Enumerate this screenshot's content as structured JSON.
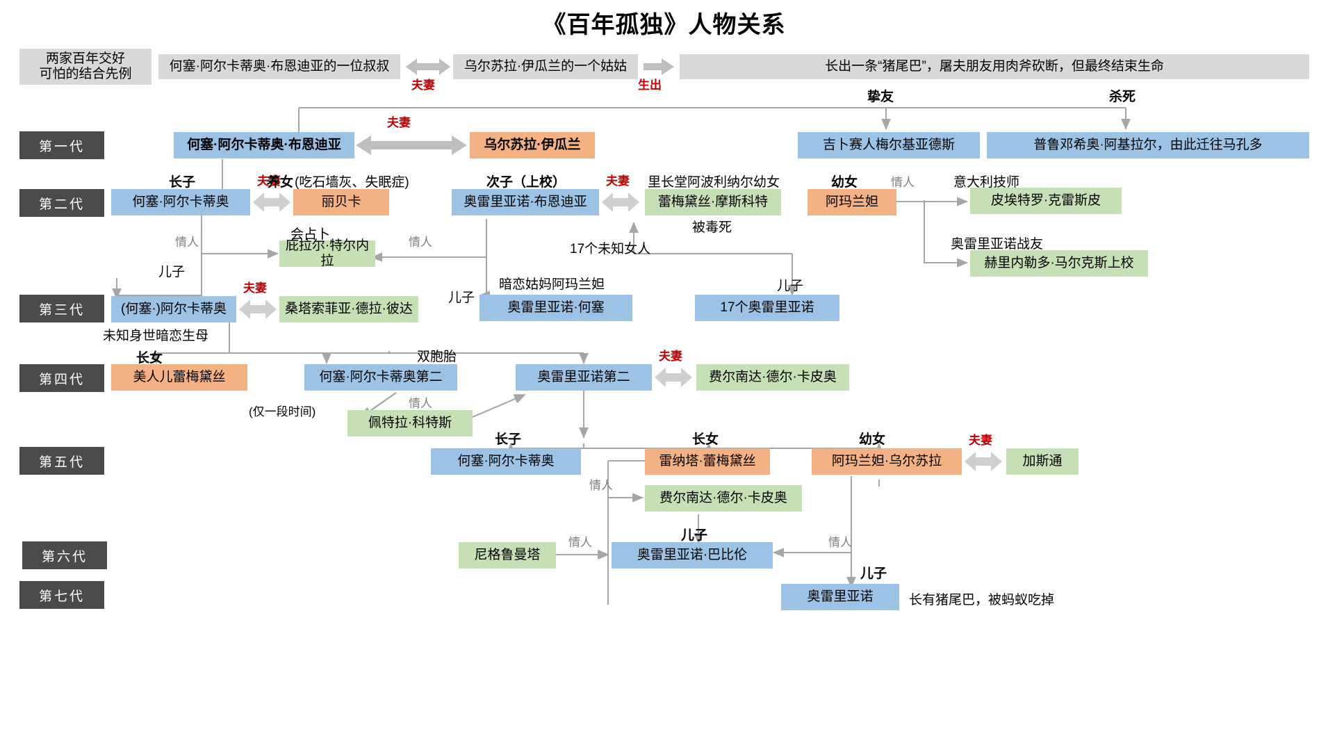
{
  "title": "《百年孤独》人物关系",
  "generations": [
    {
      "id": "gen1",
      "label": "第一代"
    },
    {
      "id": "gen2",
      "label": "第二代"
    },
    {
      "id": "gen3",
      "label": "第三代"
    },
    {
      "id": "gen4",
      "label": "第四代"
    },
    {
      "id": "gen5",
      "label": "第五代"
    },
    {
      "id": "gen6",
      "label": "第六代"
    },
    {
      "id": "gen7",
      "label": "第七代"
    }
  ],
  "prologue": {
    "note_box": "两家百年交好\n可怕的结合先例",
    "note_line1": "两家百年交好",
    "note_line2": "可怕的结合先例",
    "uncle": "何塞·阿尔卡蒂奥·布恩迪亚的一位叔叔",
    "aunt": "乌尔苏拉·伊瓜兰的一个姑姑",
    "outcome": "长出一条“猪尾巴”，屠夫朋友用肉斧砍断，但最终结束生命",
    "rel_spouse": "夫妻",
    "rel_birth": "生出"
  },
  "nodes": {
    "jose_arcadio_buendia": "何塞·阿尔卡蒂奥·布恩迪亚",
    "ursula_iguaran": "乌尔苏拉·伊瓜兰",
    "melquiades": "吉卜赛人梅尔基亚德斯",
    "prudencio_aguilar": "普鲁邓希奥·阿基拉尔，由此迁往马孔多",
    "jose_arcadio": "何塞·阿尔卡蒂奥",
    "rebeca": "丽贝卡",
    "aureliano_buendia": "奥雷里亚诺·布恩迪亚",
    "remedios_moscote": "蕾梅黛丝·摩斯科特",
    "amaranta": "阿玛兰妲",
    "pietro_crespi": "皮埃特罗·克雷斯皮",
    "gerineldo_marquez": "赫里内勒多·马尔克斯上校",
    "pilar_ternera": "庇拉尔·特尔内拉",
    "arcadio": "(何塞·)阿尔卡蒂奥",
    "santa_sofia": "桑塔索菲亚·德拉·彼达",
    "aureliano_jose": "奥雷里亚诺·何塞",
    "seventeen_aurelianos": "17个奥雷里亚诺",
    "remedios_the_beauty": "美人儿蕾梅黛丝",
    "jose_arcadio_segundo": "何塞·阿尔卡蒂奥第二",
    "aureliano_segundo": "奥雷里亚诺第二",
    "fernanda_del_carpio": "费尔南达·德尔·卡皮奥",
    "petra_cotes": "佩特拉·科特斯",
    "jose_arcadio_5": "何塞·阿尔卡蒂奥",
    "renata_remedios": "雷纳塔·蕾梅黛丝",
    "fernanda_del_carpio_2": "费尔南达·德尔·卡皮奥",
    "amaranta_ursula": "阿玛兰妲·乌尔苏拉",
    "gaston": "加斯通",
    "nigromanta": "尼格鲁曼塔",
    "aureliano_babilonia": "奥雷里亚诺·巴比伦",
    "aureliano_last": "奥雷里亚诺"
  },
  "labels": {
    "spouse": "夫妻",
    "lover": "情人",
    "son": "儿子",
    "eldest_son": "长子",
    "second_son": "次子（上校）",
    "adopted_daughter": "养女",
    "adopted_daughter_note": "(吃石墙灰、失眠症)",
    "youngest_daughter": "幼女",
    "eldest_daughter": "长女",
    "best_friend": "挚友",
    "killed": "杀死",
    "born": "生出",
    "mayor_daughter": "里长堂阿波利纳尔幼女",
    "poisoned": "被毒死",
    "italian_technician": "意大利技师",
    "aureliano_comrade": "奥雷里亚诺战友",
    "fortune_teller": "会占卜",
    "seventeen_women": "17个未知女人",
    "secret_love_aunt": "暗恋姑妈阿玛兰妲",
    "unknown_origin": "未知身世暗恋生母",
    "twins": "双胞胎",
    "only_a_while": "(仅一段时间)",
    "pigtail_note": "长有猪尾巴，被蚂蚁吃掉"
  },
  "colors": {
    "blue": "#9cc2e5",
    "orange": "#f4b183",
    "green": "#c5e0b4",
    "gray": "#d9d9d9",
    "chip": "#4a4a4a",
    "red": "#c00000",
    "line": "#a6a6a6"
  }
}
